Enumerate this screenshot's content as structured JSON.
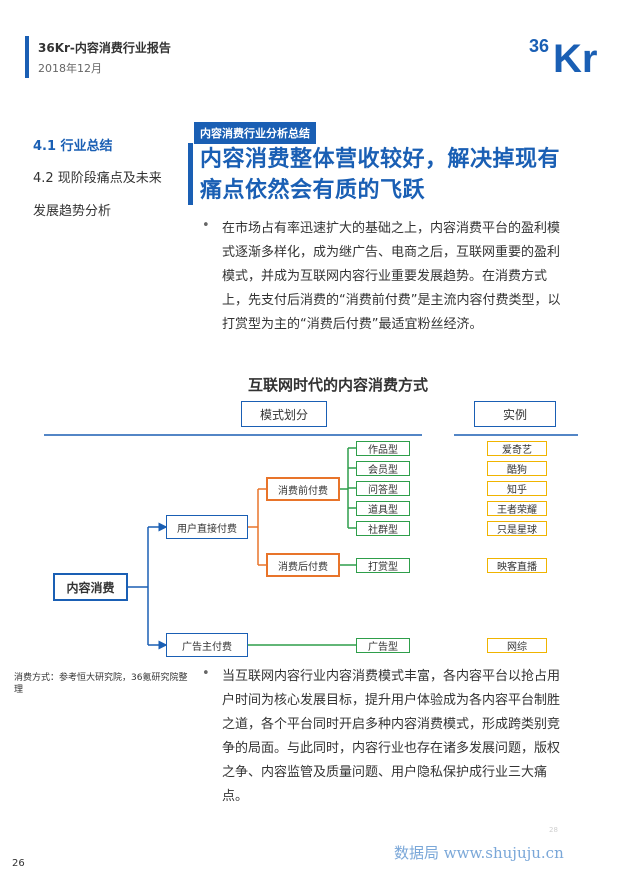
{
  "header": {
    "title": "36Kr-内容消费行业报告",
    "date": "2018年12月",
    "logo_text": "36Kr"
  },
  "toc": {
    "active": "4.1 行业总结",
    "item2": "4.2 现阶段痛点及未来",
    "item3": "发展趋势分析"
  },
  "tag": "内容消费行业分析总结",
  "headline": "内容消费整体营收较好，解决掉现有痛点依然会有质的飞跃",
  "para1": "在市场占有率迅速扩大的基础之上，内容消费平台的盈利模式逐渐多样化，成为继广告、电商之后，互联网重要的盈利模式，并成为互联网内容行业重要发展趋势。在消费方式上，先支付后消费的“消费前付费”是主流内容付费类型，以打赏型为主的“消费后付费”最适宜粉丝经济。",
  "para2": "当互联网内容行业内容消费模式丰富，各内容平台以抢占用户时间为核心发展目标，提升用户体验成为各内容平台制胜之道，各个平台同时开启多种内容消费模式，形成跨类别竞争的局面。与此同时，内容行业也存在诸多发展问题，版权之争、内容监管及质量问题、用户隐私保护成行业三大痛点。",
  "bullet": "•",
  "diagram": {
    "title": "互联网时代的内容消费方式",
    "col_header_left": "模式划分",
    "col_header_right": "实例",
    "root": "内容消费",
    "direct_pay": "用户直接付费",
    "ad_pay": "广告主付费",
    "pre_pay": "消费前付费",
    "post_pay": "消费后付费",
    "types": [
      "作品型",
      "会员型",
      "问答型",
      "道具型",
      "社群型",
      "打赏型",
      "广告型"
    ],
    "examples": [
      "爱奇艺",
      "酷狗",
      "知乎",
      "王者荣耀",
      "只是星球",
      "映客直播",
      "网综"
    ]
  },
  "source": "消费方式：参考恒大研究院，36氪研究院整理",
  "page_number": "26",
  "page_number_small": "28",
  "watermark": "数据局 www.shujuju.cn",
  "colors": {
    "brand_blue": "#1a5fb4",
    "orange": "#e8742a",
    "green": "#2e9e4a",
    "yellow": "#f0b400"
  }
}
